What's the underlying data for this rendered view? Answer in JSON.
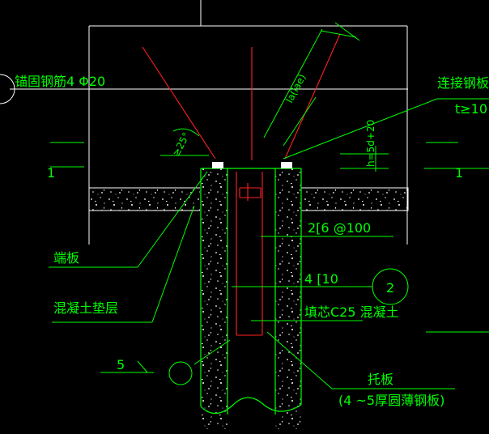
{
  "labels": {
    "anchor_bar": "锚固钢筋4 Φ20",
    "connect_plate": "连接钢板",
    "thickness": "t≥10",
    "angle": "≥25°",
    "anchor_length": "la(lae)",
    "h_formula": "h=5d+20",
    "mark_one_left": "1",
    "mark_one_right": "1",
    "stirrup": "2[6 @100",
    "bar_four": "4 [10",
    "end_plate": "端板",
    "cushion": "混凝土垫层",
    "core_fill": "填芯C25 混凝土",
    "circle_two": "2",
    "five": "5",
    "support_plate": "托板",
    "support_plate_note": "(4 ~5厚圆薄钢板)"
  },
  "colors": {
    "background": "#000000",
    "white_line": "#ffffff",
    "green": "#00ff00",
    "red": "#ff2020"
  }
}
